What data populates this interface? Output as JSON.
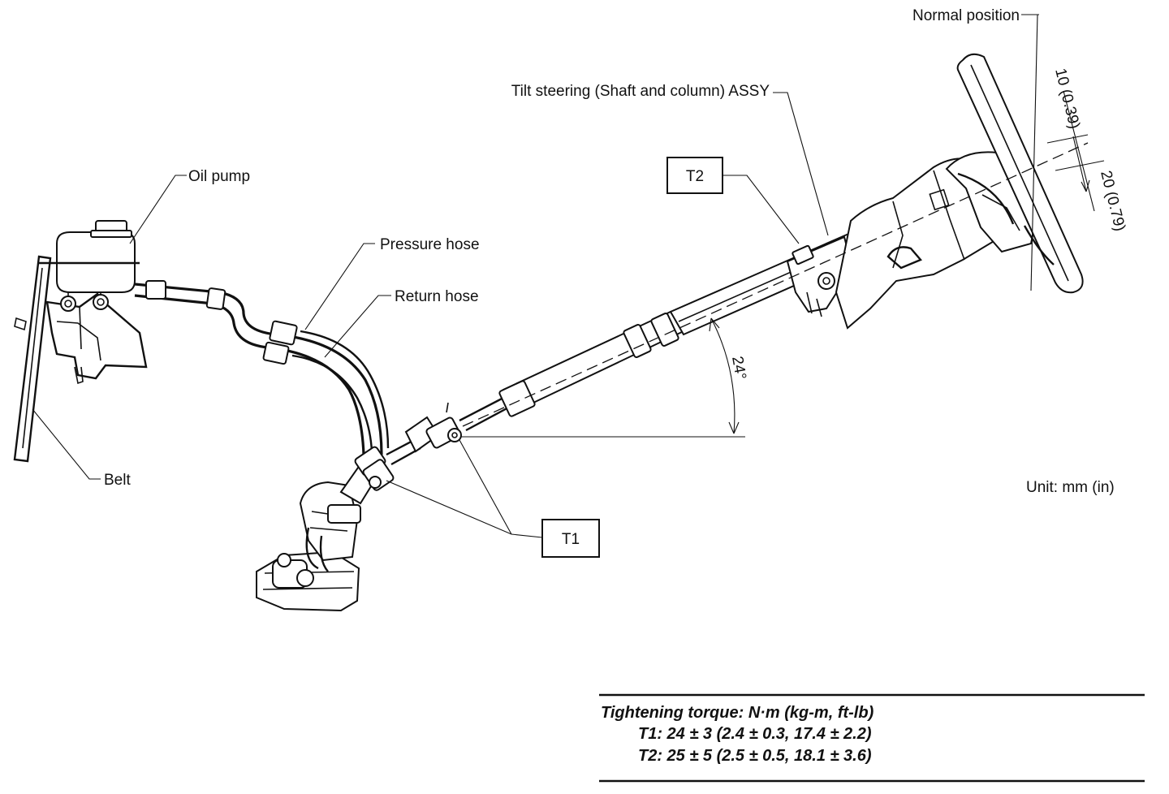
{
  "labels": {
    "oil_pump": "Oil pump",
    "pressure_hose": "Pressure hose",
    "return_hose": "Return hose",
    "belt": "Belt",
    "tilt_steering": "Tilt steering (Shaft and column) ASSY",
    "normal_position": "Normal position",
    "unit": "Unit: mm (in)"
  },
  "callouts": {
    "t1": "T1",
    "t2": "T2"
  },
  "dimensions": {
    "angle": "24°",
    "upper_travel": "10 (0.39)",
    "lower_travel": "20 (0.79)"
  },
  "torque_table": {
    "heading": "Tightening torque: N·m (kg-m, ft-lb)",
    "rows": [
      "T1: 24 ± 3 (2.4 ± 0.3, 17.4 ± 2.2)",
      "T2: 25 ± 5 (2.5 ± 0.5, 18.1 ± 3.6)"
    ]
  },
  "colors": {
    "line": "#111111",
    "background": "#ffffff"
  }
}
